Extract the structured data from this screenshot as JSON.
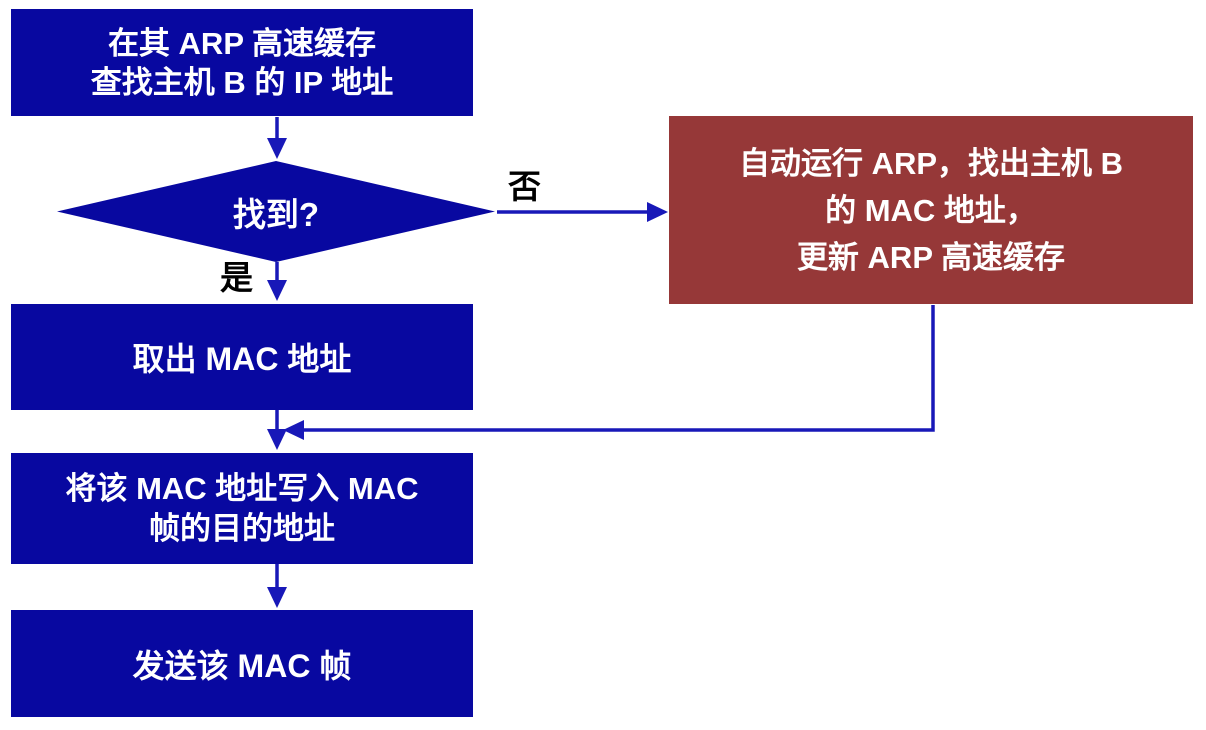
{
  "colors": {
    "node_fill": "#0808A0",
    "alt_fill": "#963838",
    "arrow": "#1818B8",
    "label_color": "#000000",
    "node_text": "#FFFFFF"
  },
  "nodes": {
    "lookup": {
      "lines": [
        "在其 ARP 高速缓存",
        "查找主机 B 的 IP 地址"
      ]
    },
    "decision": {
      "label": "找到?"
    },
    "run_arp": {
      "lines": [
        "自动运行 ARP，找出主机 B",
        "的 MAC 地址，",
        "更新 ARP 高速缓存"
      ]
    },
    "extract": {
      "label": "取出 MAC 地址"
    },
    "write": {
      "lines": [
        "将该 MAC 地址写入 MAC",
        "帧的目的地址"
      ]
    },
    "send": {
      "label": "发送该 MAC 帧"
    }
  },
  "edges": {
    "no_label": "否",
    "yes_label": "是"
  }
}
